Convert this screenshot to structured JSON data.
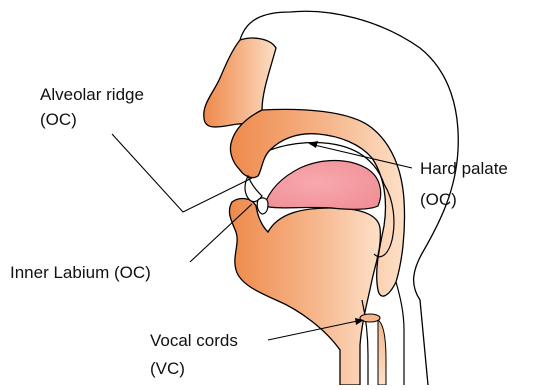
{
  "colors": {
    "flesh_dark": "#ee8a4c",
    "flesh_light": "#fde0c7",
    "tongue": "#f49aa0",
    "outline": "#000000",
    "background": "#ffffff"
  },
  "labels": {
    "alveolar_line1": "Alveolar ridge",
    "alveolar_line2": "(OC)",
    "hard_palate_line1": "Hard palate",
    "hard_palate_line2": "(OC)",
    "inner_labium": "Inner Labium (OC)",
    "vocal_cords_line1": "Vocal cords",
    "vocal_cords_line2": "(VC)"
  }
}
